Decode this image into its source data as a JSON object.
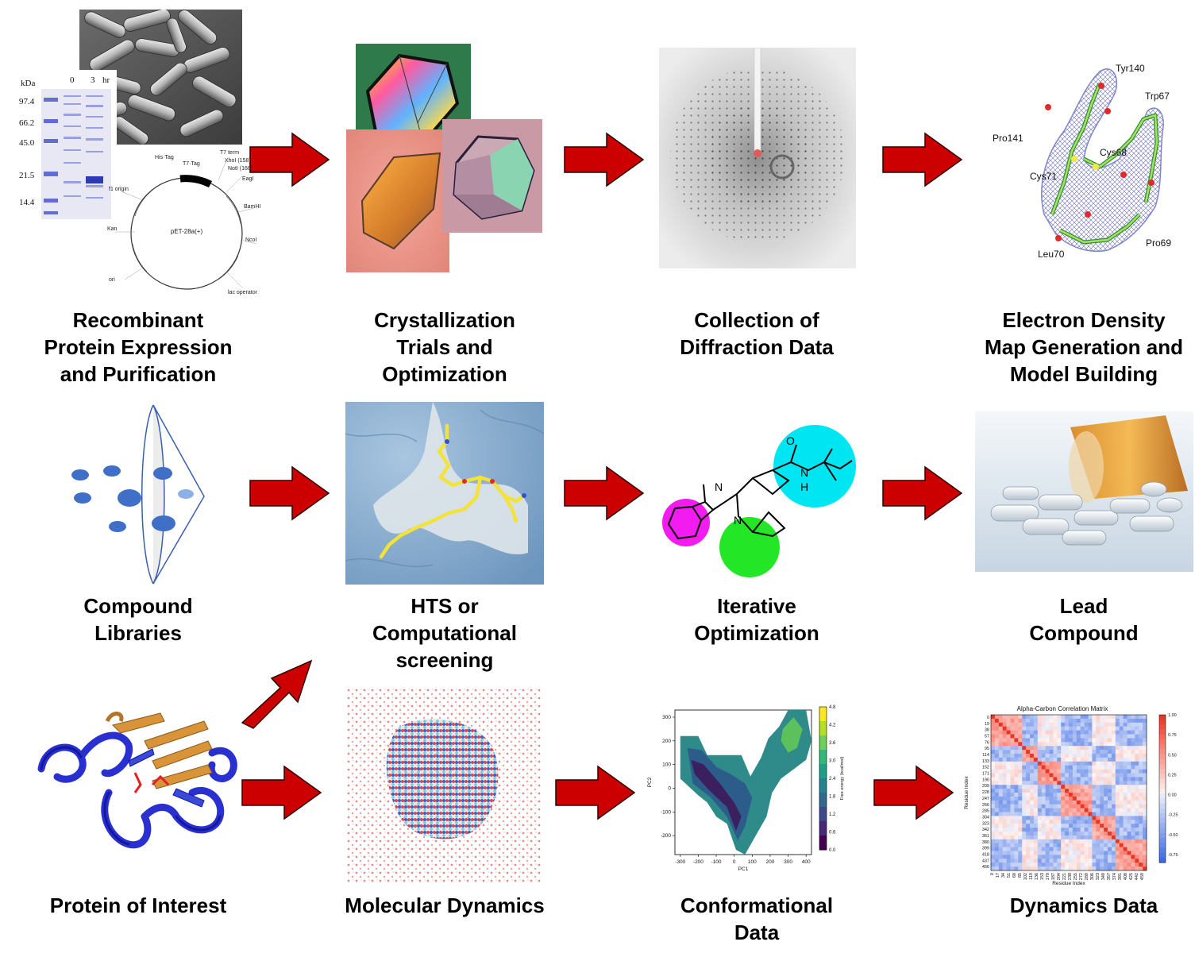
{
  "stages": {
    "expression": {
      "lines": [
        "Recombinant",
        "Protein Expression",
        "and Purification"
      ]
    },
    "crystallization": {
      "lines": [
        "Crystallization",
        "Trials and",
        "Optimization"
      ]
    },
    "diffraction": {
      "lines": [
        "Collection of",
        "Diffraction Data"
      ]
    },
    "density": {
      "lines": [
        "Electron Density",
        "Map Generation and",
        "Model Building"
      ]
    },
    "libraries": {
      "lines": [
        "Compound",
        "Libraries"
      ]
    },
    "screening": {
      "lines": [
        "HTS or",
        "Computational",
        "screening"
      ]
    },
    "iterative": {
      "lines": [
        "Iterative",
        "Optimization"
      ]
    },
    "lead": {
      "lines": [
        "Lead",
        "Compound"
      ]
    },
    "protein": {
      "lines": [
        "Protein of Interest"
      ]
    },
    "md": {
      "lines": [
        "Molecular Dynamics"
      ]
    },
    "conformational": {
      "lines": [
        "Conformational",
        "Data"
      ]
    },
    "dynamics": {
      "lines": [
        "Dynamics Data"
      ]
    }
  },
  "gel": {
    "kda_label": "kDa",
    "lane_labels": [
      "0",
      "3",
      "hr"
    ],
    "markers": [
      "97.4",
      "66.2",
      "45.0",
      "21.5",
      "14.4"
    ]
  },
  "plasmid": {
    "name": "pET-28a(+)"
  },
  "density_residues": [
    "Tyr140",
    "Trp67",
    "Pro141",
    "Cys68",
    "Cys71",
    "Pro69",
    "Leu70"
  ],
  "molecule": {
    "atoms": [
      "O",
      "N",
      "H",
      "N",
      "N"
    ]
  },
  "chart_data": [
    {
      "type": "contour",
      "xlabel": "PC1",
      "ylabel": "PC2",
      "x_ticks": [
        "-300",
        "-200",
        "-100",
        "0",
        "100",
        "200",
        "300",
        "400"
      ],
      "y_ticks": [
        "300",
        "200",
        "100",
        "0",
        "-100",
        "-200"
      ],
      "colorbar_label": "Free energy (kcal/mol)",
      "colorbar_ticks": [
        "4.8",
        "4.2",
        "3.6",
        "3.0",
        "2.4",
        "1.8",
        "1.2",
        "0.6",
        "0.0"
      ],
      "xlim": [
        -330,
        430
      ],
      "ylim": [
        -280,
        330
      ]
    },
    {
      "type": "heatmap",
      "title": "Alpha-Carbon Correlation Matrix",
      "xlabel": "Residue Index",
      "ylabel": "Residue Index",
      "y_ticks": [
        "0",
        "19",
        "38",
        "57",
        "76",
        "95",
        "114",
        "133",
        "152",
        "171",
        "190",
        "209",
        "228",
        "247",
        "266",
        "285",
        "304",
        "323",
        "342",
        "361",
        "380",
        "399",
        "418",
        "437",
        "456"
      ],
      "x_ticks": [
        "0",
        "17",
        "34",
        "51",
        "68",
        "85",
        "102",
        "119",
        "136",
        "153",
        "170",
        "187",
        "204",
        "221",
        "238",
        "255",
        "272",
        "289",
        "306",
        "323",
        "340",
        "357",
        "374",
        "391",
        "408",
        "425",
        "442",
        "459"
      ],
      "colorbar_ticks": [
        "1.00",
        "0.75",
        "0.50",
        "0.25",
        "0.00",
        "-0.25",
        "-0.50",
        "-0.75"
      ],
      "vlim": [
        -0.85,
        1.0
      ]
    }
  ],
  "colors": {
    "arrow": "#cc0000",
    "arrow_stroke": "#2b0000"
  }
}
